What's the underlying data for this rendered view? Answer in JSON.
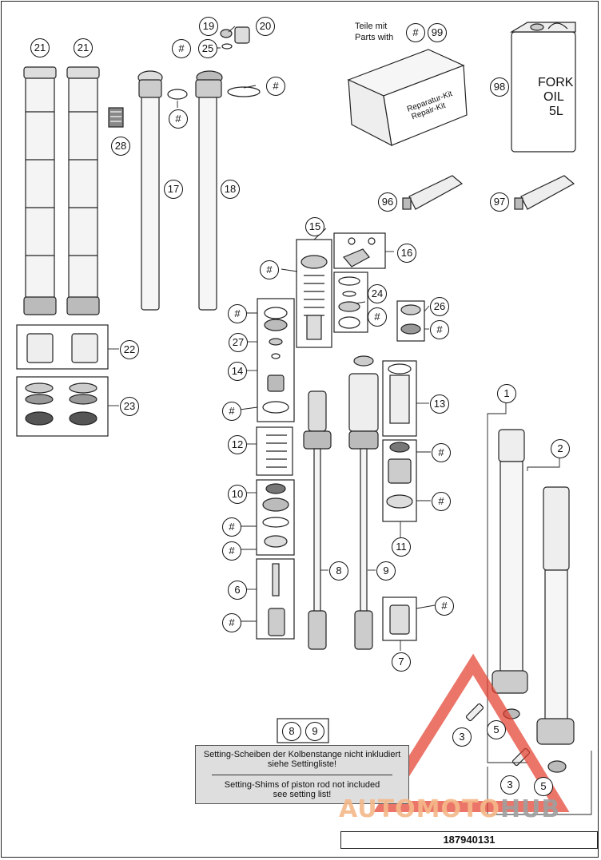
{
  "header": {
    "kit_label_de": "Teile mit",
    "kit_label_en": "Parts with",
    "kit_hash": "#",
    "kit_number": "99"
  },
  "repair_kit": {
    "label_de": "Reparatur-Kit",
    "label_en": "Repair-Kit"
  },
  "oil_can": {
    "line1": "FORK",
    "line2": "OIL",
    "line3": "5L"
  },
  "callouts": {
    "c21a": "21",
    "c21b": "21",
    "c19": "19",
    "c20": "20",
    "c25": "25",
    "h25": "#",
    "h_oring_17": "#",
    "h_oring_18": "#",
    "c28": "28",
    "c17": "17",
    "c18": "18",
    "c98": "98",
    "c96": "96",
    "c97": "97",
    "c15": "15",
    "h15": "#",
    "c16": "16",
    "c24": "24",
    "h24": "#",
    "h_top": "#",
    "c27": "27",
    "c14": "14",
    "h14": "#",
    "c26": "26",
    "h26": "#",
    "c13": "13",
    "c22": "22",
    "c23": "23",
    "c12": "12",
    "c10": "10",
    "h10a": "#",
    "h10b": "#",
    "c6": "6",
    "h6": "#",
    "c8": "8",
    "c9": "9",
    "h11a": "#",
    "h11b": "#",
    "c11": "11",
    "h7": "#",
    "c7": "7",
    "c1": "1",
    "c2": "2",
    "c3a": "3",
    "c5a": "5",
    "c3b": "3",
    "c5b": "5"
  },
  "note_refs": {
    "a": "8",
    "b": "9"
  },
  "note": {
    "line1": "Setting-Scheiben der Kolbenstange nicht inkludiert",
    "line2": "siehe Settingliste!",
    "line3": "Setting-Shims of piston rod not included",
    "line4": "see setting list!"
  },
  "watermark": {
    "part1": "AUTOMOTO",
    "part2": "HUB",
    "color": "#f07a3a"
  },
  "doc_number": "187940131"
}
